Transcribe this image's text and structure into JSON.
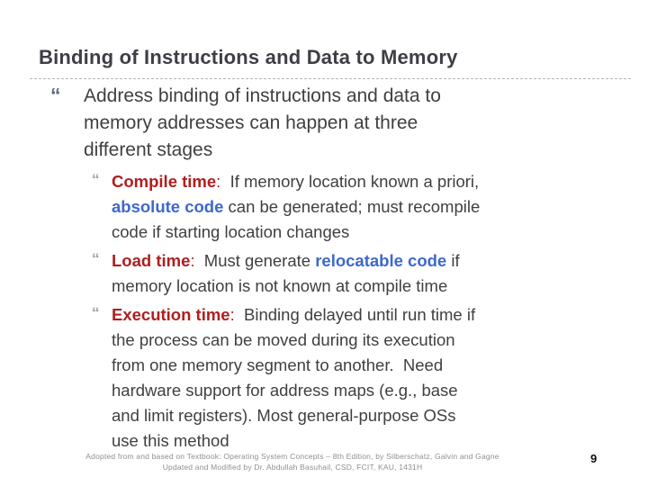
{
  "slide": {
    "title": "Binding of Instructions and Data to Memory",
    "bullet_char": "“",
    "colors": {
      "title": "#3e3e46",
      "body": "#404040",
      "red": "#b01e1e",
      "blue": "#3e68cc",
      "mk1": "#5d6876",
      "mk2": "#98a1ab",
      "footer": "#8f8f8f",
      "dash": "#b5b5b5"
    },
    "bullets": [
      {
        "level": 1,
        "runs": [
          {
            "t": "Address binding of instructions and data to\nmemory addresses can happen at three\ndifferent stages"
          }
        ]
      },
      {
        "level": 2,
        "runs": [
          {
            "t": "Compile time",
            "s": "red-bold"
          },
          {
            "t": ":",
            "s": "red"
          },
          {
            "t": "  If memory location known a priori,\n"
          },
          {
            "t": "absolute code",
            "s": "blue-bold"
          },
          {
            "t": " can be generated; must recompile\ncode if starting location changes"
          }
        ]
      },
      {
        "level": 2,
        "runs": [
          {
            "t": "Load time",
            "s": "red-bold"
          },
          {
            "t": ":",
            "s": "red"
          },
          {
            "t": "  Must generate "
          },
          {
            "t": "relocatable code",
            "s": "blue-bold"
          },
          {
            "t": " if\nmemory location is not known at compile time"
          }
        ]
      },
      {
        "level": 2,
        "runs": [
          {
            "t": "Execution time",
            "s": "red-bold"
          },
          {
            "t": ":",
            "s": "red"
          },
          {
            "t": "  Binding delayed until run time if\nthe process can be moved during its execution\nfrom one memory segment to another.  Need\nhardware support for address maps (e.g., base\nand limit registers). Most general-purpose OSs\nuse this method"
          }
        ]
      }
    ],
    "footer": {
      "line1": "Adopted from and based on Textbook: Operating System Concepts – 8th Edition, by Silberschatz, Galvin and Gagne",
      "line2": "Updated and Modified by Dr. Abdullah Basuhail, CSD, FCIT, KAU, 1431H"
    },
    "page_number": "9"
  }
}
